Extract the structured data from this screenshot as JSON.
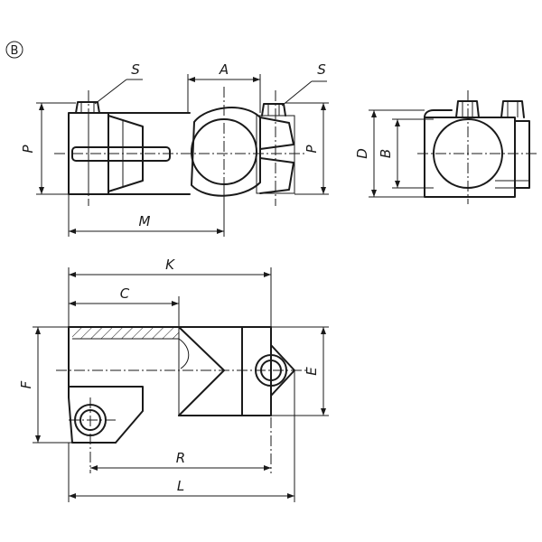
{
  "variant_badge": "B",
  "labels": {
    "A": "A",
    "S_left": "S",
    "S_right": "S",
    "P_left": "P",
    "P_right": "P",
    "M": "M",
    "D": "D",
    "B": "B",
    "K": "K",
    "C": "C",
    "F": "F",
    "E": "E",
    "R": "R",
    "L": "L"
  }
}
